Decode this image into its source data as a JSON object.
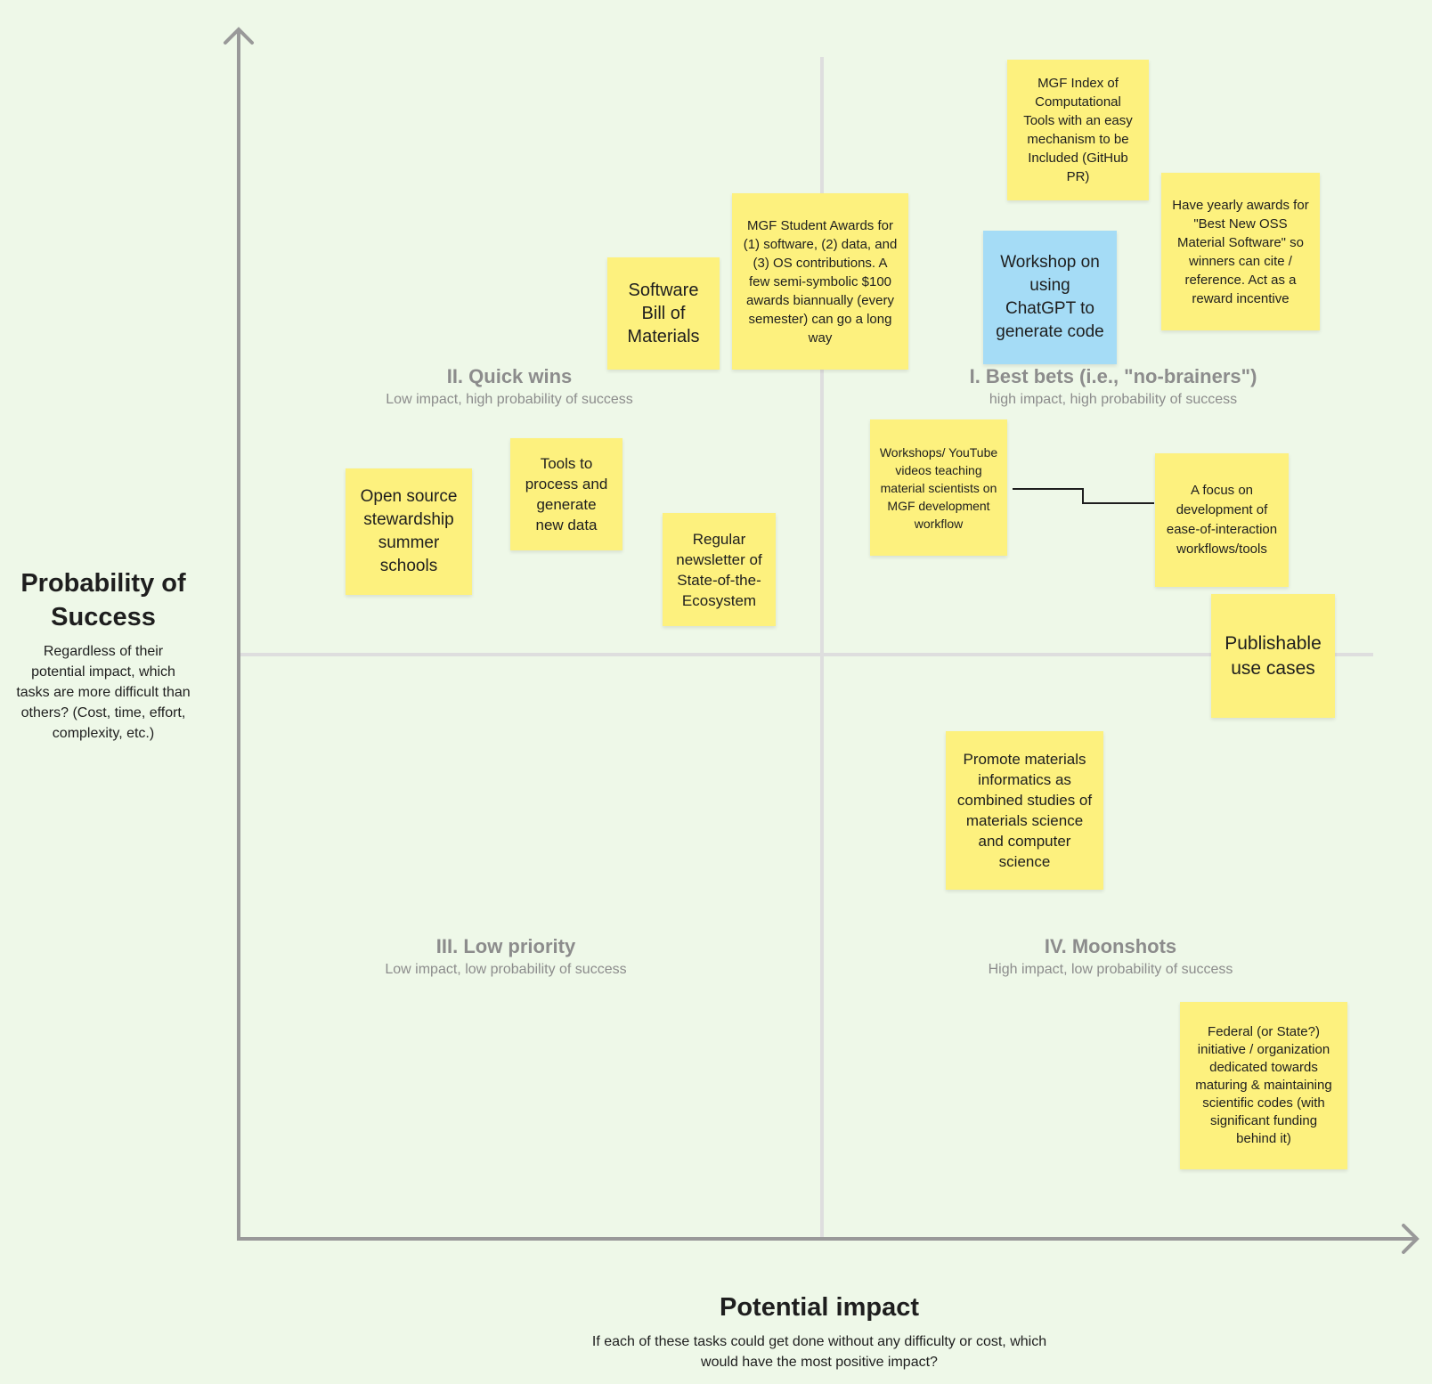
{
  "axes": {
    "y": {
      "title": "Probability of Success",
      "description": "Regardless of their potential impact, which tasks are more difficult than others? (Cost, time, effort, complexity, etc.)"
    },
    "x": {
      "title": "Potential impact",
      "description": "If each of these tasks could get done without any difficulty or cost, which would have the most positive impact?"
    }
  },
  "quadrants": {
    "q1": {
      "title": "I. Best bets (i.e., \"no-brainers\")",
      "subtitle": "high impact, high probability of success"
    },
    "q2": {
      "title": "II. Quick wins",
      "subtitle": "Low impact, high probability of success"
    },
    "q3": {
      "title": "III. Low priority",
      "subtitle": "Low impact, low probability of success"
    },
    "q4": {
      "title": "IV. Moonshots",
      "subtitle": "High impact, low probability of success"
    }
  },
  "notes": {
    "mgf_index": {
      "text": "MGF Index of Computational Tools with an easy mechanism to be Included (GitHub PR)",
      "color": "#fdf17e"
    },
    "yearly_awards": {
      "text": "Have yearly awards for \"Best New OSS Material Software\" so winners can cite / reference. Act as a reward incentive",
      "color": "#fdf17e"
    },
    "student_awards": {
      "text": "MGF Student Awards for (1) software, (2) data, and (3) OS contributions. A few semi-symbolic $100 awards biannually (every semester) can go a long way",
      "color": "#fdf17e"
    },
    "sbom": {
      "text": "Software Bill of Materials",
      "color": "#fdf17e"
    },
    "chatgpt_workshop": {
      "text": "Workshop on using ChatGPT to generate code",
      "color": "#a5dcf6"
    },
    "workshops_youtube": {
      "text": "Workshops/ YouTube videos teaching material scientists on MGF development workflow",
      "color": "#fdf17e"
    },
    "ease_of_interaction": {
      "text": "A focus on development of ease-of-interaction workflows/tools",
      "color": "#fdf17e"
    },
    "open_source_schools": {
      "text": "Open source stewardship summer schools",
      "color": "#fdf17e"
    },
    "tools_process": {
      "text": "Tools to process and generate new data",
      "color": "#fdf17e"
    },
    "newsletter": {
      "text": "Regular newsletter of State-of-the-Ecosystem",
      "color": "#fdf17e"
    },
    "publishable": {
      "text": "Publishable use cases",
      "color": "#fdf17e"
    },
    "promote_informatics": {
      "text": "Promote materials informatics as combined studies of materials science and computer science",
      "color": "#fdf17e"
    },
    "federal_initiative": {
      "text": "Federal (or State?) initiative / organization dedicated towards maturing & maintaining scientific codes (with significant funding behind it)",
      "color": "#fdf17e"
    }
  },
  "connectors": [
    {
      "from": "workshops_youtube",
      "to": "ease_of_interaction"
    }
  ]
}
